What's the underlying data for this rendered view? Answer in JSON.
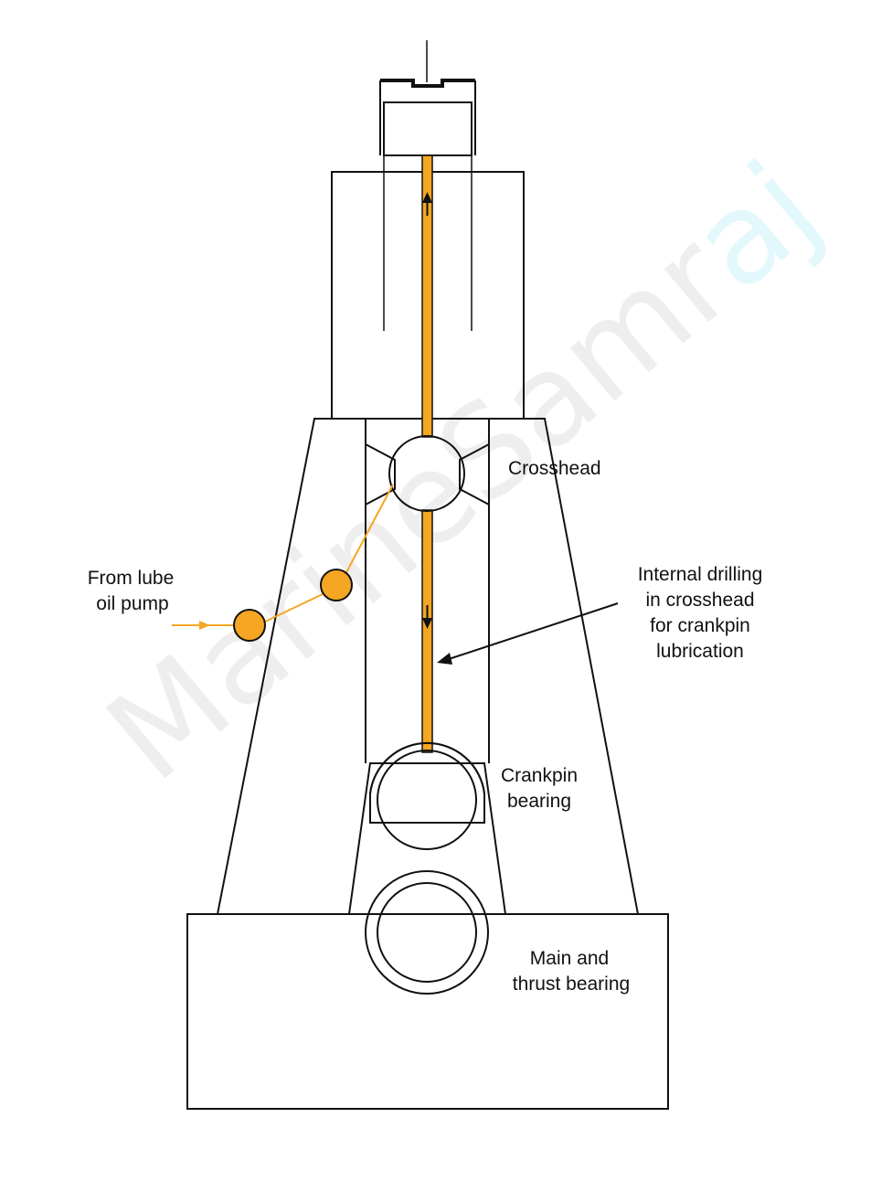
{
  "labels": {
    "crosshead": "Crosshead",
    "from_pump_line1": "From lube",
    "from_pump_line2": "oil pump",
    "drilling_line1": "Internal drilling",
    "drilling_line2": "in crosshead",
    "drilling_line3": "for crankpin",
    "drilling_line4": "lubrication",
    "crankpin_line1": "Crankpin",
    "crankpin_line2": "bearing",
    "main_line1": "Main and",
    "main_line2": "thrust bearing"
  },
  "watermark": {
    "text_main": "MarineSamr",
    "text_accent": "aj"
  },
  "colors": {
    "oil": "#f5a623",
    "outline": "#111111",
    "watermark": "#e0e0e0",
    "watermark_accent": "#ccf2fb",
    "background": "#ffffff"
  }
}
